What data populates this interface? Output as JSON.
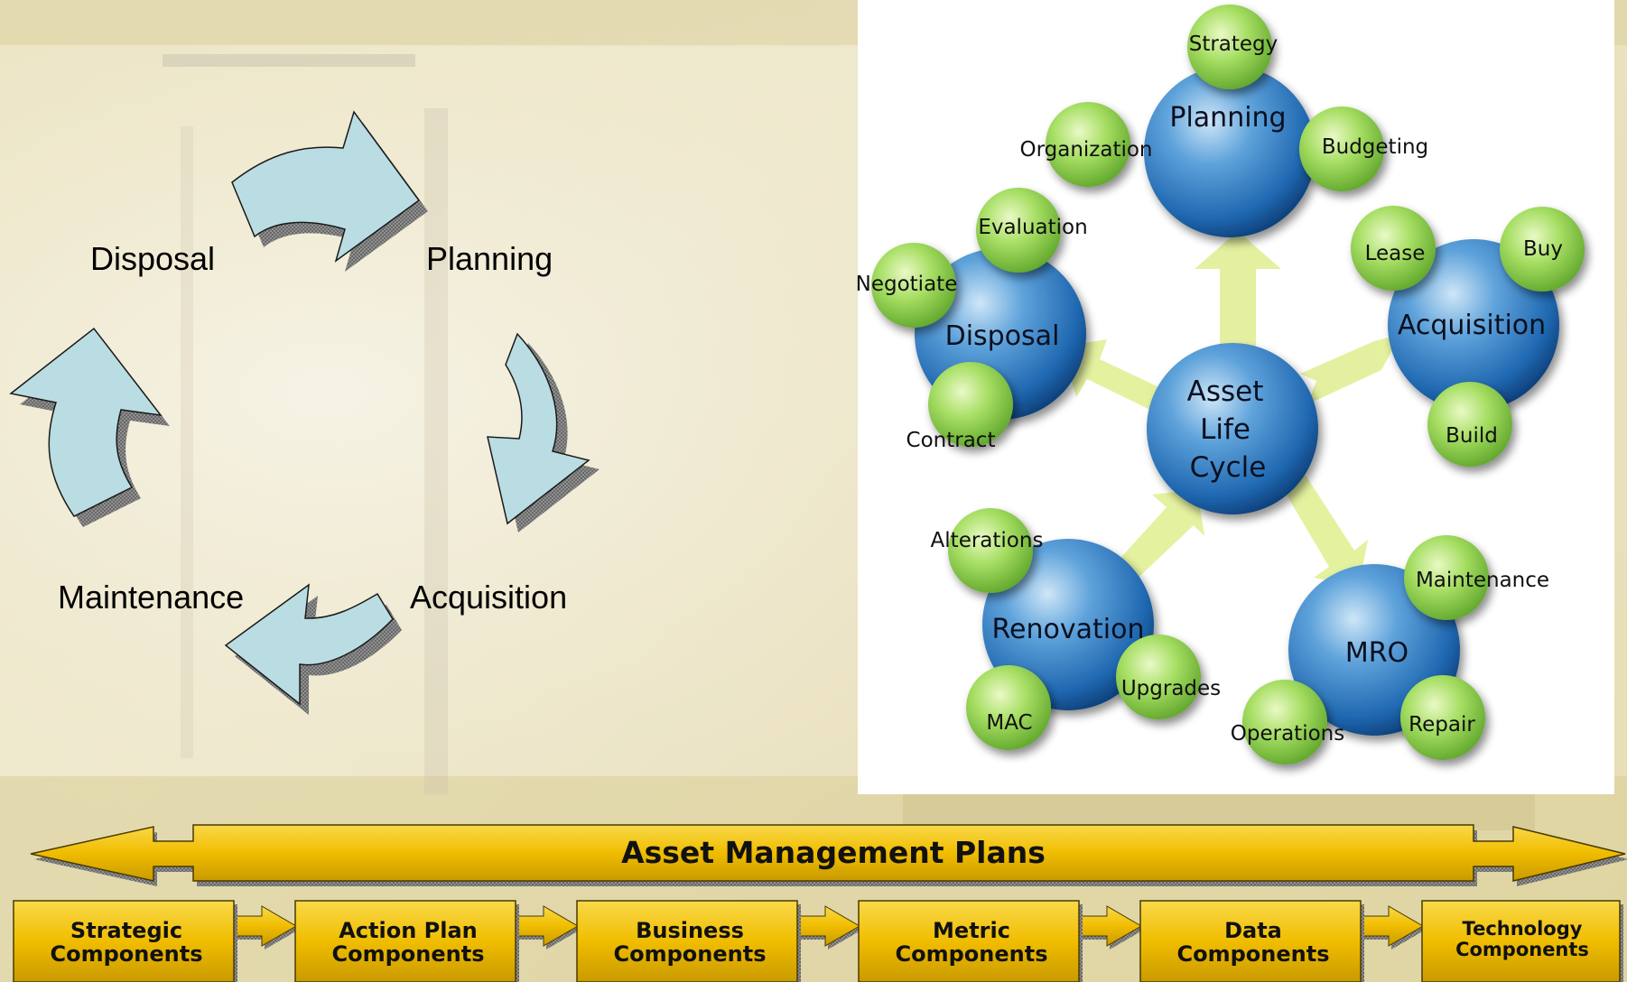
{
  "cycle": {
    "labels": [
      "Disposal",
      "Planning",
      "Acquisition",
      "Maintenance"
    ]
  },
  "lifecycle": {
    "center": [
      "Asset",
      "Life",
      "Cycle"
    ],
    "nodes": [
      {
        "label": "Planning",
        "subs": [
          "Strategy",
          "Organization",
          "Budgeting"
        ]
      },
      {
        "label": "Acquisition",
        "subs": [
          "Lease",
          "Buy",
          "Build"
        ]
      },
      {
        "label": "MRO",
        "subs": [
          "Maintenance",
          "Repair",
          "Operations"
        ]
      },
      {
        "label": "Renovation",
        "subs": [
          "Alterations",
          "Upgrades",
          "MAC"
        ]
      },
      {
        "label": "Disposal",
        "subs": [
          "Evaluation",
          "Negotiate",
          "Contract"
        ]
      }
    ]
  },
  "plans": {
    "title": "Asset Management Plans",
    "components": [
      [
        "Strategic",
        "Components"
      ],
      [
        "Action Plan",
        "Components"
      ],
      [
        "Business",
        "Components"
      ],
      [
        "Metric",
        "Components"
      ],
      [
        "Data",
        "Components"
      ],
      [
        "Technology",
        "Components"
      ]
    ]
  },
  "colors": {
    "cycle_arrow": "#b9dde2",
    "node_blue": "#2f7fc4",
    "sub_green": "#8fd44e",
    "bar_gold": "#f2c20a",
    "connector": "#e6f2a0"
  }
}
